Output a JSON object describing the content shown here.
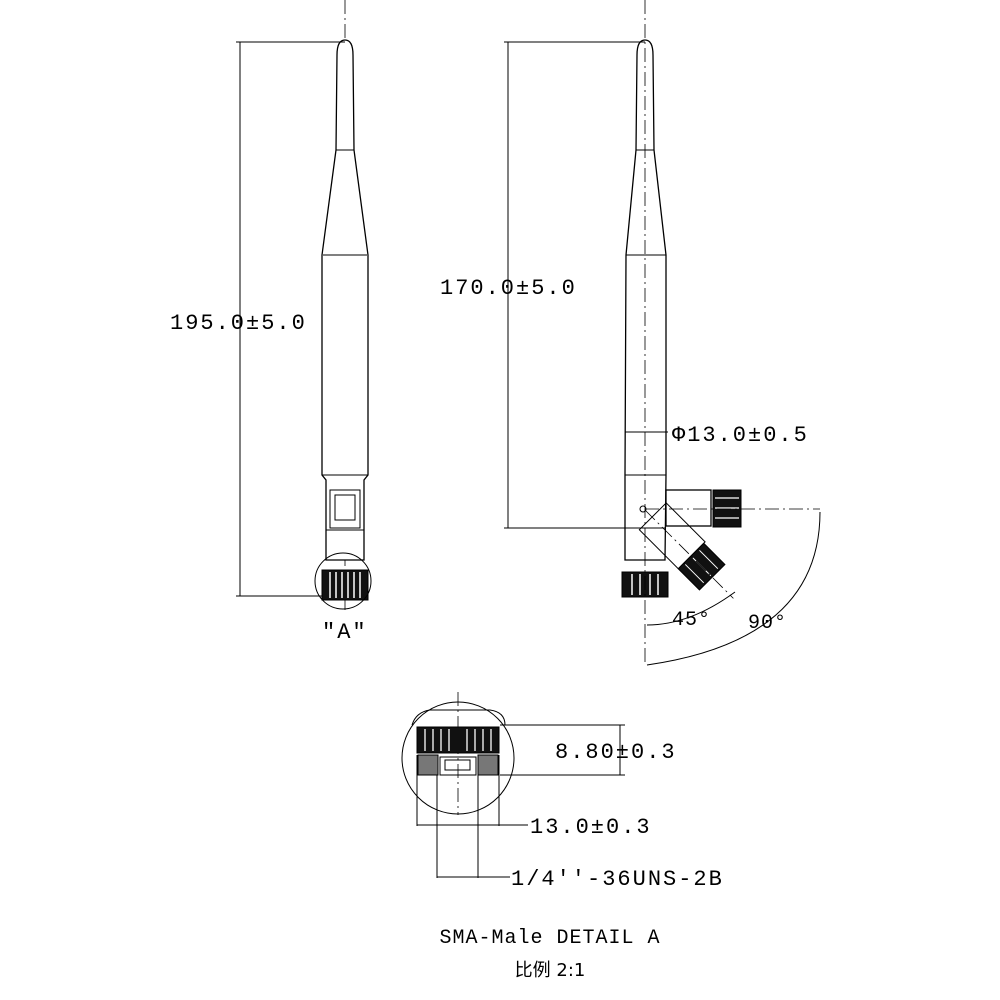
{
  "left_view": {
    "height_dim": "195.0±5.0",
    "detail_callout": "\"A\""
  },
  "right_view": {
    "height_dim": "170.0±5.0",
    "diameter_dim": "Φ13.0±0.5",
    "angle_small": "45°",
    "angle_large": "90°"
  },
  "detail": {
    "height_dim": "8.80±0.3",
    "diameter_dim": "13.0±0.3",
    "thread_spec": "1/4''-36UNS-2B",
    "title": "SMA-Male DETAIL A",
    "scale": "比例 2:1"
  }
}
